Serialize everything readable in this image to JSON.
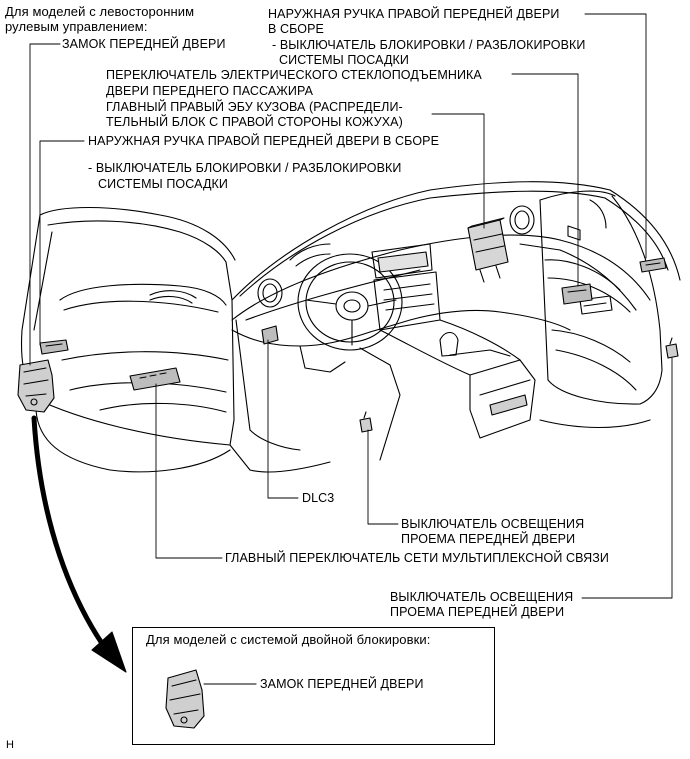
{
  "labels": {
    "lhd_header_line1": "Для моделей с левосторонним",
    "lhd_header_line2": "рулевым управлением:",
    "lhd_front_door_lock": "ЗАМОК ПЕРЕДНЕЙ ДВЕРИ",
    "rf_outer_handle_line1": "НАРУЖНАЯ РУЧКА ПРАВОЙ ПЕРЕДНЕЙ ДВЕРИ",
    "rf_outer_handle_line2": "В СБОРЕ",
    "rf_lock_switch_line1": "- ВЫКЛЮЧАТЕЛЬ БЛОКИРОВКИ / РАЗБЛОКИРОВКИ",
    "rf_lock_switch_line2": "СИСТЕМЫ ПОСАДКИ",
    "passenger_window_switch_line1": "ПЕРЕКЛЮЧАТЕЛЬ ЭЛЕКТРИЧЕСКОГО СТЕКЛОПОДЪЕМНИКА",
    "passenger_window_switch_line2": "ДВЕРИ ПЕРЕДНЕГО ПАССАЖИРА",
    "main_body_ecu_line1": "ГЛАВНЫЙ ПРАВЫЙ ЭБУ КУЗОВА (РАСПРЕДЕЛИ-",
    "main_body_ecu_line2": "ТЕЛЬНЫЙ БЛОК С ПРАВОЙ СТОРОНЫ КОЖУХА)",
    "rf_outer_handle_assy": "НАРУЖНАЯ РУЧКА ПРАВОЙ ПЕРЕДНЕЙ ДВЕРИ В СБОРЕ",
    "lock_switch2_line1": "- ВЫКЛЮЧАТЕЛЬ БЛОКИРОВКИ / РАЗБЛОКИРОВКИ",
    "lock_switch2_line2": "СИСТЕМЫ ПОСАДКИ",
    "dlc3": "DLC3",
    "courtesy_switch1_line1": "ВЫКЛЮЧАТЕЛЬ ОСВЕЩЕНИЯ",
    "courtesy_switch1_line2": "ПРОЕМА ПЕРЕДНЕЙ ДВЕРИ",
    "multiplex_master_switch": "ГЛАВНЫЙ ПЕРЕКЛЮЧАТЕЛЬ СЕТИ МУЛЬТИПЛЕКСНОЙ СВЯЗИ",
    "courtesy_switch2_line1": "ВЫКЛЮЧАТЕЛЬ ОСВЕЩЕНИЯ",
    "courtesy_switch2_line2": "ПРОЕМА ПЕРЕДНЕЙ ДВЕРИ",
    "double_lock_header": "Для моделей с системой двойной блокировки:",
    "double_lock_front_door_lock": "ЗАМОК ПЕРЕДНЕЙ ДВЕРИ",
    "corner_mark": "H"
  }
}
